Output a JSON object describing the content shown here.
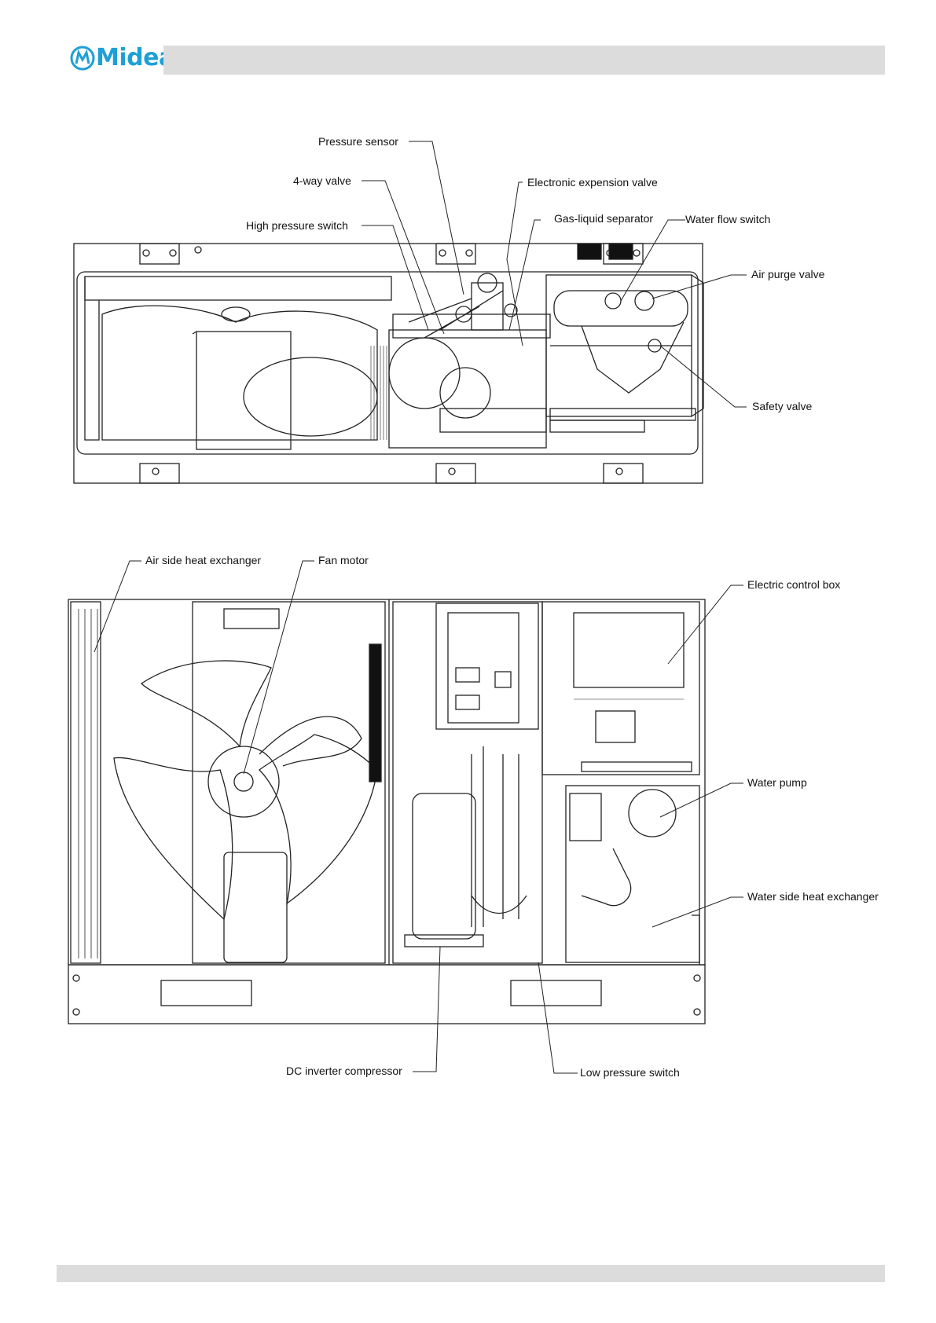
{
  "brand": {
    "name": "Midea",
    "color": "#1ea0d6"
  },
  "top_view": {
    "labels": {
      "pressure_sensor": "Pressure sensor",
      "four_way_valve": "4-way valve",
      "electronic_expansion_valve": "Electronic expension valve",
      "high_pressure_switch": "High pressure switch",
      "gas_liquid_separator": "Gas-liquid separator",
      "water_flow_switch": "Water flow switch",
      "air_purge_valve": "Air purge valve",
      "safety_valve": "Safety valve"
    }
  },
  "front_view": {
    "labels": {
      "air_side_heat_exchanger": "Air side heat exchanger",
      "fan_motor": "Fan motor",
      "electric_control_box": "Electric control box",
      "water_pump": "Water pump",
      "water_side_heat_exchanger": "Water side heat exchanger",
      "dc_inverter_compressor": "DC inverter compressor",
      "low_pressure_switch": "Low pressure switch"
    }
  }
}
